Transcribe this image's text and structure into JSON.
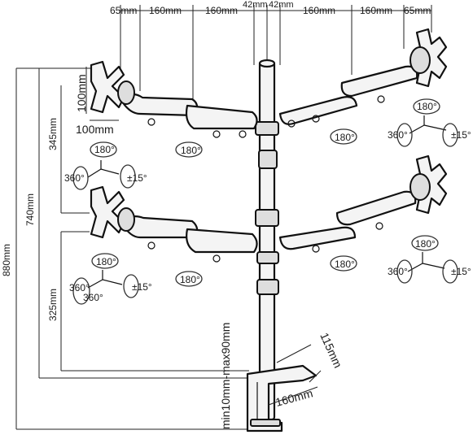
{
  "diagram": {
    "top_dims": {
      "left_65": "65mm",
      "left_160_a": "160mm",
      "left_160_b": "160mm",
      "center_42_a": "42mm",
      "center_42_b": "42mm",
      "right_160_a": "160mm",
      "right_160_b": "160mm",
      "right_65": "65mm"
    },
    "vesa": {
      "height": "100mm",
      "width": "100mm"
    },
    "heights": {
      "total": "880mm",
      "mid": "740mm",
      "upper_gap": "345mm",
      "lower": "325mm"
    },
    "clamp": {
      "range": "min10mm-max90mm",
      "depth": "115mm",
      "width": "160mm"
    },
    "rotation": {
      "swivel": "180°",
      "rotate": "360°",
      "tilt": "±15°"
    }
  }
}
